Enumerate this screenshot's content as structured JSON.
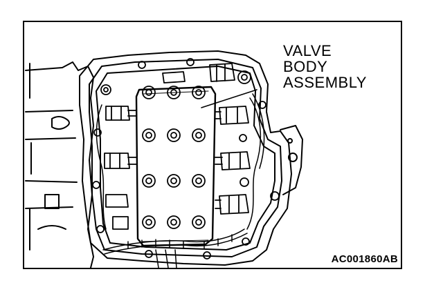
{
  "diagram": {
    "callout": {
      "lines": [
        "VALVE",
        "BODY",
        "ASSEMBLY"
      ]
    },
    "figure_id": "AC001860AB",
    "colors": {
      "line": "#000000",
      "fill": "#ffffff"
    }
  }
}
